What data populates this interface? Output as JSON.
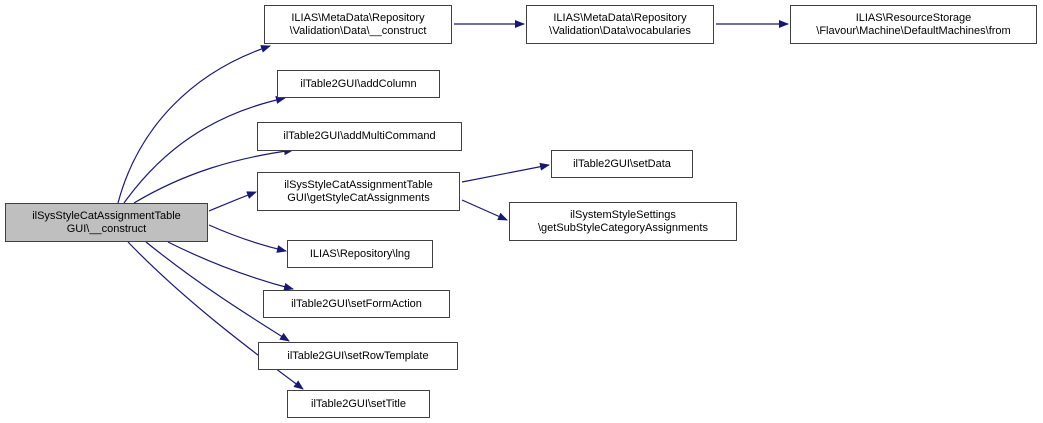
{
  "diagram": {
    "type": "call-graph",
    "colors": {
      "background": "#ffffff",
      "edge": "#191970",
      "node_border": "#404040",
      "node_fill": "#ffffff",
      "highlighted_node_fill": "#bfbfbf",
      "text": "#000000"
    },
    "nodes": [
      {
        "id": "construct",
        "label": "ilSysStyleCatAssignmentTable\nGUI\\__construct",
        "highlighted": true
      },
      {
        "id": "metadata-construct",
        "label": "ILIAS\\MetaData\\Repository\n\\Validation\\Data\\__construct",
        "highlighted": false
      },
      {
        "id": "metadata-vocabularies",
        "label": "ILIAS\\MetaData\\Repository\n\\Validation\\Data\\vocabularies",
        "highlighted": false
      },
      {
        "id": "resourcestorage-from",
        "label": "ILIAS\\ResourceStorage\n\\Flavour\\Machine\\DefaultMachines\\from",
        "highlighted": false
      },
      {
        "id": "addcolumn",
        "label": "ilTable2GUI\\addColumn",
        "highlighted": false
      },
      {
        "id": "addmulticommand",
        "label": "ilTable2GUI\\addMultiCommand",
        "highlighted": false
      },
      {
        "id": "getstylecatassignments",
        "label": "ilSysStyleCatAssignmentTable\nGUI\\getStyleCatAssignments",
        "highlighted": false
      },
      {
        "id": "setdata",
        "label": "ilTable2GUI\\setData",
        "highlighted": false
      },
      {
        "id": "getsubstylecategoryassignments",
        "label": "ilSystemStyleSettings\n\\getSubStyleCategoryAssignments",
        "highlighted": false
      },
      {
        "id": "lng",
        "label": "ILIAS\\Repository\\lng",
        "highlighted": false
      },
      {
        "id": "setformaction",
        "label": "ilTable2GUI\\setFormAction",
        "highlighted": false
      },
      {
        "id": "setrowtemplate",
        "label": "ilTable2GUI\\setRowTemplate",
        "highlighted": false
      },
      {
        "id": "settitle",
        "label": "ilTable2GUI\\setTitle",
        "highlighted": false
      }
    ],
    "edges": [
      {
        "from": "construct",
        "to": "metadata-construct"
      },
      {
        "from": "construct",
        "to": "addcolumn"
      },
      {
        "from": "construct",
        "to": "addmulticommand"
      },
      {
        "from": "construct",
        "to": "getstylecatassignments"
      },
      {
        "from": "construct",
        "to": "lng"
      },
      {
        "from": "construct",
        "to": "setformaction"
      },
      {
        "from": "construct",
        "to": "setrowtemplate"
      },
      {
        "from": "construct",
        "to": "settitle"
      },
      {
        "from": "metadata-construct",
        "to": "metadata-vocabularies"
      },
      {
        "from": "metadata-vocabularies",
        "to": "resourcestorage-from"
      },
      {
        "from": "getstylecatassignments",
        "to": "setdata"
      },
      {
        "from": "getstylecatassignments",
        "to": "getsubstylecategoryassignments"
      }
    ]
  }
}
